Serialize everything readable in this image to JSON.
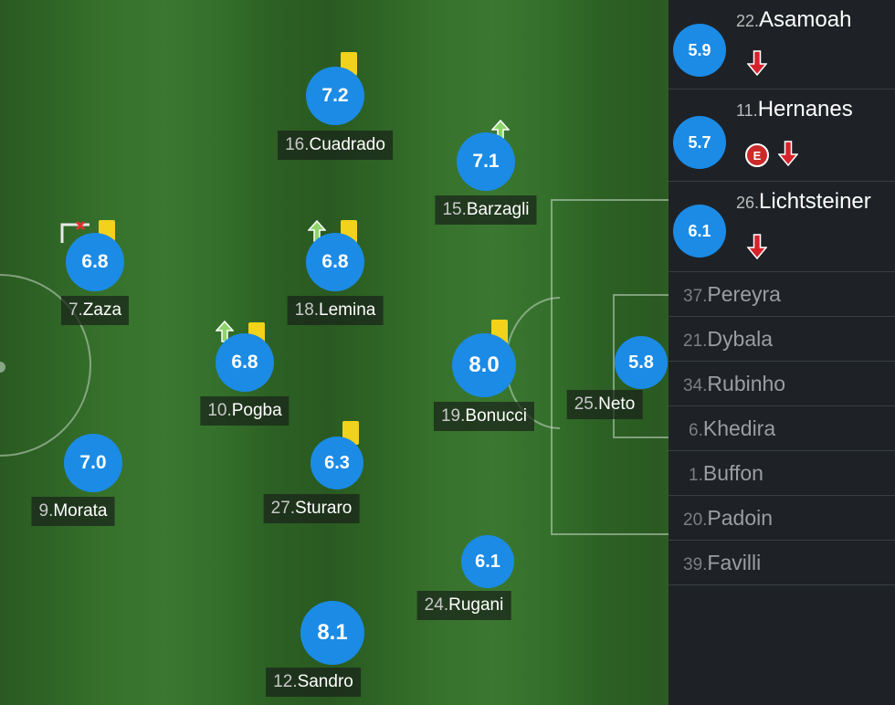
{
  "colors": {
    "rating_bg": "#1b8be6",
    "yellow_card": "#f2d21a",
    "sub_in_arrow": "#8fd46a",
    "sub_out_arrow": "#d8222b",
    "sidebar_bg": "#1e2226"
  },
  "players": [
    {
      "num": "16.",
      "name": "Cuadrado",
      "rating": "7.2",
      "yellow_card": true
    },
    {
      "num": "15.",
      "name": "Barzagli",
      "rating": "7.1",
      "sub_in": true
    },
    {
      "num": "7.",
      "name": "Zaza",
      "rating": "6.8",
      "yellow_card": true,
      "goal_icon": "goal-net-icon"
    },
    {
      "num": "18.",
      "name": "Lemina",
      "rating": "6.8",
      "yellow_card": true,
      "sub_in": true
    },
    {
      "num": "10.",
      "name": "Pogba",
      "rating": "6.8",
      "yellow_card": true,
      "sub_in": true
    },
    {
      "num": "19.",
      "name": "Bonucci",
      "rating": "8.0",
      "yellow_card": true
    },
    {
      "num": "25.",
      "name": "Neto",
      "rating": "5.8"
    },
    {
      "num": "9.",
      "name": "Morata",
      "rating": "7.0"
    },
    {
      "num": "27.",
      "name": "Sturaro",
      "rating": "6.3",
      "yellow_card": true
    },
    {
      "num": "24.",
      "name": "Rugani",
      "rating": "6.1"
    },
    {
      "num": "12.",
      "name": "Sandro",
      "rating": "8.1"
    }
  ],
  "substitutes": [
    {
      "num": "22.",
      "name": "Asamoah",
      "rating": "5.9",
      "icons": [
        "sub-out-arrow-icon"
      ]
    },
    {
      "num": "11.",
      "name": "Hernanes",
      "rating": "5.7",
      "icons": [
        "red-card-icon",
        "sub-out-arrow-icon"
      ],
      "badge": "E"
    },
    {
      "num": "26.",
      "name": "Lichtsteiner",
      "rating": "6.1",
      "icons": [
        "sub-out-arrow-icon"
      ]
    }
  ],
  "bench": [
    {
      "num": "37.",
      "name": "Pereyra"
    },
    {
      "num": "21.",
      "name": "Dybala"
    },
    {
      "num": "34.",
      "name": "Rubinho"
    },
    {
      "num": "6.",
      "name": "Khedira"
    },
    {
      "num": "1.",
      "name": "Buffon"
    },
    {
      "num": "20.",
      "name": "Padoin"
    },
    {
      "num": "39.",
      "name": "Favilli"
    }
  ]
}
